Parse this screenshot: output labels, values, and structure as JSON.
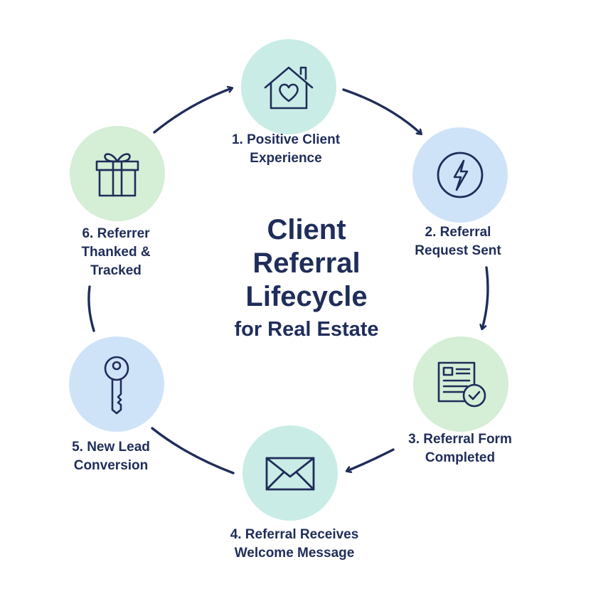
{
  "title": {
    "line1": "Client",
    "line2": "Referral",
    "line3": "Lifecycle",
    "subtitle": "for Real Estate"
  },
  "steps": [
    {
      "line1": "1. Positive Client",
      "line2": "Experience",
      "icon": "house-heart-icon",
      "color": "#c9ede6"
    },
    {
      "line1": "2. Referral",
      "line2": "Request Sent",
      "icon": "lightning-bolt-icon",
      "color": "#cfe3f8"
    },
    {
      "line1": "3. Referral Form",
      "line2": "Completed",
      "icon": "form-checkmark-icon",
      "color": "#d5eed6"
    },
    {
      "line1": "4. Referral Receives",
      "line2": "Welcome Message",
      "icon": "envelope-icon",
      "color": "#c9ede6"
    },
    {
      "line1": "5. New Lead",
      "line2": "Conversion",
      "icon": "key-icon",
      "color": "#cfe3f8"
    },
    {
      "line1": "6. Referrer",
      "line2": "Thanked &",
      "line3": "Tracked",
      "icon": "gift-icon",
      "color": "#d5eed6"
    }
  ],
  "colors": {
    "ink": "#1f2d5a",
    "teal": "#c9ede6",
    "blue": "#cfe3f8",
    "green": "#d5eed6"
  }
}
